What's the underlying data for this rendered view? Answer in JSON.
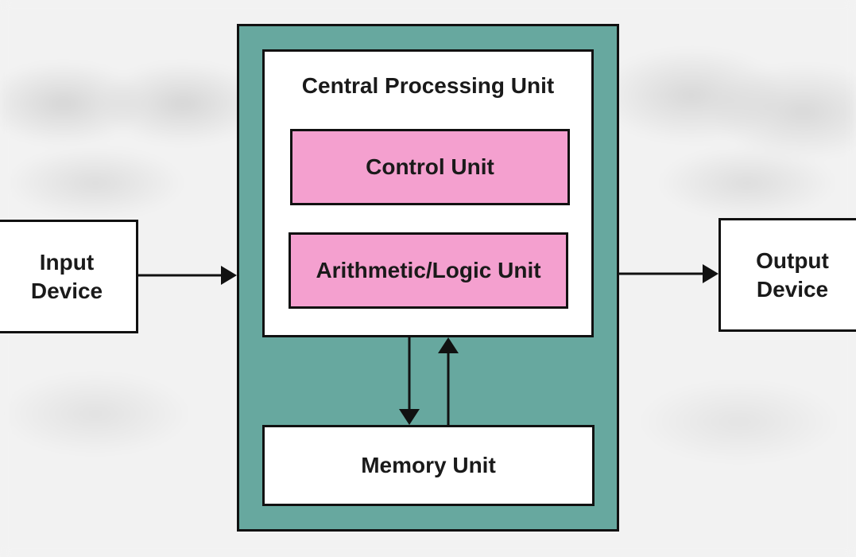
{
  "diagram": {
    "cpu_title": "Central Processing Unit",
    "control_unit": "Control Unit",
    "alu": "Arithmetic/Logic Unit",
    "memory_unit": "Memory Unit",
    "input_device": {
      "line1": "Input",
      "line2": "Device"
    },
    "output_device": {
      "line1": "Output",
      "line2": "Device"
    }
  },
  "colors": {
    "cpu_fill": "#67a89f",
    "unit_fill": "#f4a0cf",
    "box_fill": "#ffffff",
    "outline": "#111111"
  }
}
